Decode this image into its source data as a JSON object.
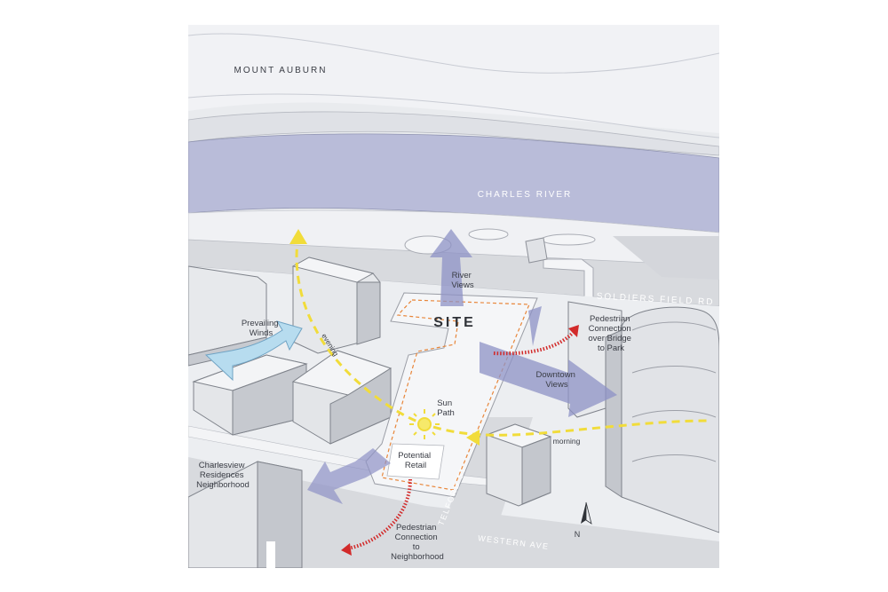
{
  "labels": {
    "mount_auburn": "MOUNT AUBURN",
    "charles_river": "CHARLES RIVER",
    "soldiers_field_rd": "SOLDIERS FIELD RD",
    "site": "SITE",
    "river_views": [
      "River",
      "Views"
    ],
    "prevailing_winds": [
      "Prevailing",
      "Winds"
    ],
    "evening": "evening",
    "sun_path": [
      "Sun",
      "Path"
    ],
    "potential_retail": [
      "Potential",
      "Retail"
    ],
    "downtown_views": [
      "Downtown",
      "Views"
    ],
    "morning": "morning",
    "ped_bridge": [
      "Pedestrian",
      "Connection",
      "over Bridge",
      "to Park"
    ],
    "charlesview": [
      "Charlesview",
      "Residences",
      "Neighborhood"
    ],
    "ped_neighborhood": [
      "Pedestrian",
      "Connection",
      "to",
      "Neighborhood"
    ],
    "telford_st": "TELFORD ST",
    "western_ave": "WESTERN AVE",
    "north": "N"
  },
  "colors": {
    "ground": "#e9ebee",
    "river": "#b9bcd9",
    "view_arrow": "#8e92c6",
    "sun_path": "#f1dc3a",
    "ped_connection": "#d22a2a",
    "wind": "#b7dcef",
    "site_outline": "#e8863a"
  }
}
